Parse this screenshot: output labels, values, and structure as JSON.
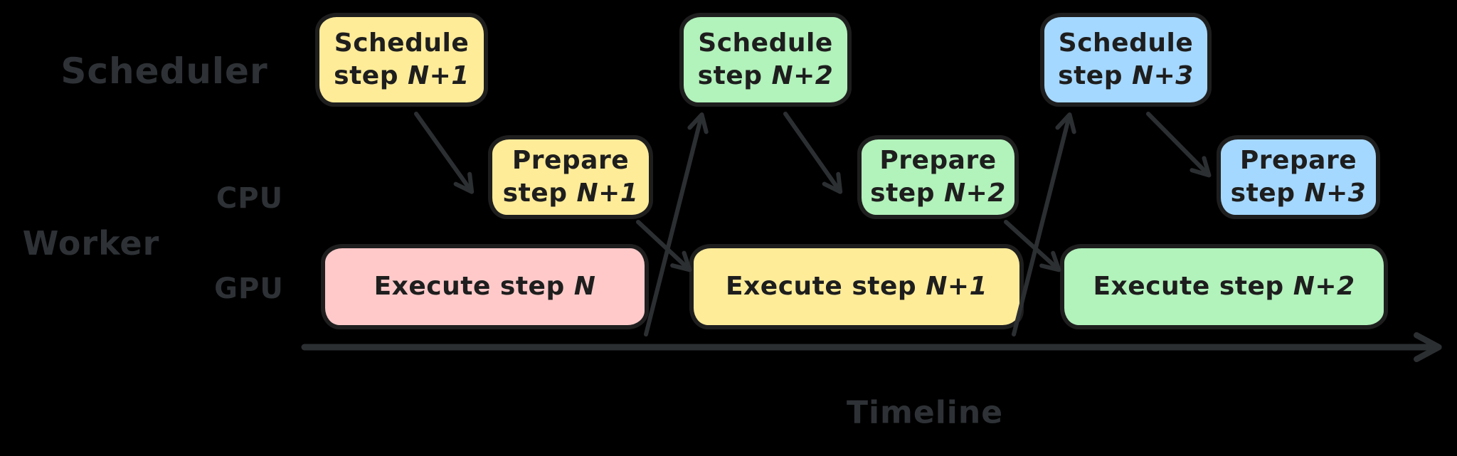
{
  "colors": {
    "background": "#000000",
    "box_border": "#1e1e1e",
    "box_text": "#1e1e1e",
    "row_label": "#2e3236",
    "arrow": "#2c2f32",
    "yellow": "#ffec99",
    "green": "#b2f2bb",
    "blue": "#a5d8ff",
    "pink": "#ffc9c9"
  },
  "row_labels": {
    "scheduler": "Scheduler",
    "worker": "Worker",
    "cpu": "CPU",
    "gpu": "GPU"
  },
  "axis": {
    "label": "Timeline"
  },
  "boxes": {
    "schedule": [
      {
        "line1": "Schedule",
        "line2_prefix": "step ",
        "line2_var": "N+1",
        "fill": "#ffec99"
      },
      {
        "line1": "Schedule",
        "line2_prefix": "step ",
        "line2_var": "N+2",
        "fill": "#b2f2bb"
      },
      {
        "line1": "Schedule",
        "line2_prefix": "step ",
        "line2_var": "N+3",
        "fill": "#a5d8ff"
      }
    ],
    "prepare": [
      {
        "line1": "Prepare",
        "line2_prefix": "step ",
        "line2_var": "N+1",
        "fill": "#ffec99"
      },
      {
        "line1": "Prepare",
        "line2_prefix": "step ",
        "line2_var": "N+2",
        "fill": "#b2f2bb"
      },
      {
        "line1": "Prepare",
        "line2_prefix": "step ",
        "line2_var": "N+3",
        "fill": "#a5d8ff"
      }
    ],
    "execute": [
      {
        "prefix": "Execute step ",
        "var": "N",
        "fill": "#ffc9c9"
      },
      {
        "prefix": "Execute step ",
        "var": "N+1",
        "fill": "#ffec99"
      },
      {
        "prefix": "Execute step ",
        "var": "N+2",
        "fill": "#b2f2bb"
      }
    ]
  }
}
